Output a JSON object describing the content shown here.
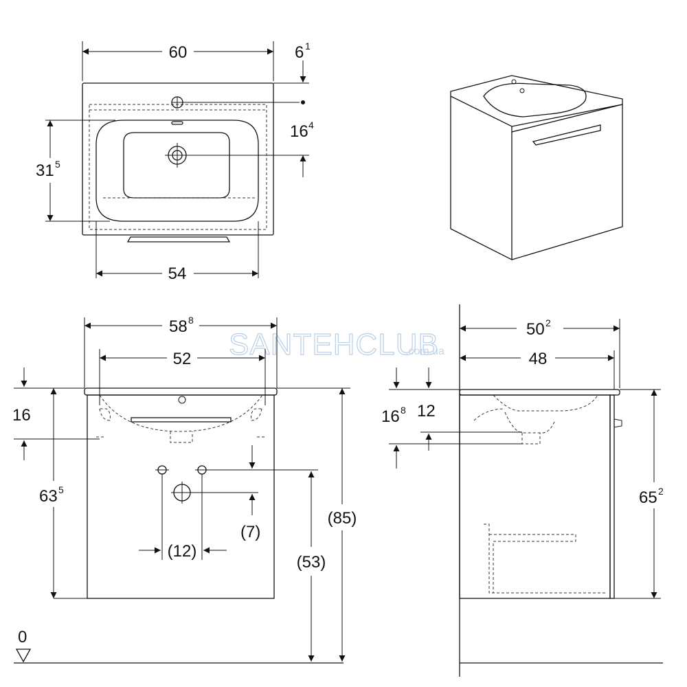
{
  "watermark": {
    "brand": "SANTEHCLUB",
    "domain": ".com.ua"
  },
  "top_view": {
    "width_60": "60",
    "offset_6": "6",
    "offset_6_sup": "1",
    "depth_16": "16",
    "depth_16_sup": "4",
    "basin_31": "31",
    "basin_31_sup": "5",
    "inner_54": "54"
  },
  "front_view": {
    "width_58": "58",
    "width_58_sup": "8",
    "inner_52": "52",
    "rim_16": "16",
    "height_63": "63",
    "height_63_sup": "5",
    "drain_7": "(7)",
    "spacing_12": "(12)",
    "height_53": "(53)",
    "height_85": "(85)",
    "floor_0": "0"
  },
  "side_view": {
    "depth_50": "50",
    "depth_50_sup": "2",
    "depth_48": "48",
    "offset_16": "16",
    "offset_16_sup": "8",
    "offset_12": "12",
    "height_65": "65",
    "height_65_sup": "2"
  }
}
